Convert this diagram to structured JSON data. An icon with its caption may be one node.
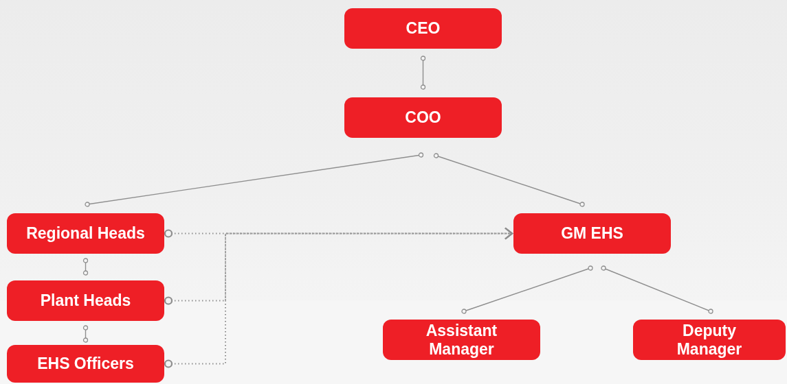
{
  "diagram": {
    "nodes": [
      {
        "text": [
          "CEO"
        ]
      },
      {
        "text": [
          "COO"
        ]
      },
      {
        "text": [
          "Regional Heads"
        ]
      },
      {
        "text": [
          "GM EHS"
        ]
      },
      {
        "text": [
          "Plant Heads"
        ]
      },
      {
        "text": [
          "Assistant Manager"
        ]
      },
      {
        "text": [
          "Deputy Manager"
        ]
      },
      {
        "text": [
          "EHS Officers"
        ]
      }
    ],
    "edges": [
      {
        "from": 0,
        "to": 1,
        "arrow": "other"
      },
      {
        "from": 1,
        "to": 2,
        "arrow": "other"
      },
      {
        "from": 1,
        "to": 3,
        "arrow": "other"
      },
      {
        "from": 2,
        "to": 4,
        "arrow": "other"
      },
      {
        "from": 4,
        "to": 7,
        "arrow": "other"
      },
      {
        "from": 3,
        "to": 5,
        "arrow": "other"
      },
      {
        "from": 3,
        "to": 6,
        "arrow": "other"
      },
      {
        "from": 2,
        "to": 3,
        "arrow": "to",
        "style": "dashed"
      },
      {
        "from": 4,
        "to": 3,
        "arrow": "to",
        "style": "dashed"
      },
      {
        "from": 7,
        "to": 3,
        "arrow": "to",
        "style": "dashed"
      }
    ]
  }
}
